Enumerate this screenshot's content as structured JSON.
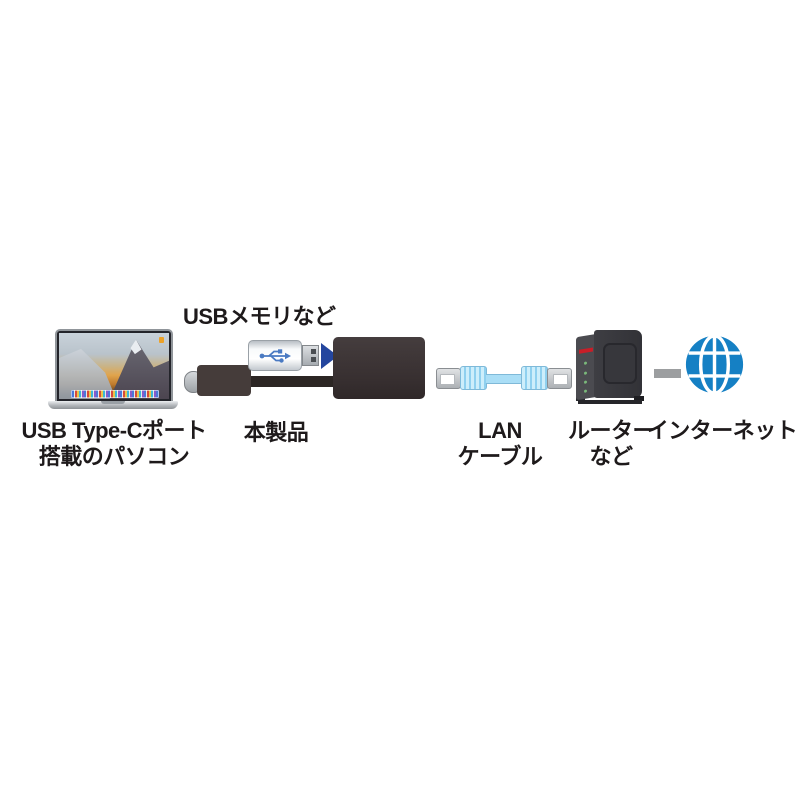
{
  "diagram": {
    "title_hint": "USB Type-C LAN adapter connection diagram",
    "labels": {
      "computer_line1": "USB Type-Cポート",
      "computer_line2": "搭載のパソコン",
      "usb_memory": "USBメモリなど",
      "product": "本製品",
      "lan_line1": "LAN",
      "lan_line2": "ケーブル",
      "router_line1": "ルーター",
      "router_line2": "など",
      "internet": "インターネット"
    },
    "icons": {
      "usb_trident": "usb-trident-icon",
      "flow_arrow": "▶",
      "link_dash": "—",
      "globe": "globe-grid-icon"
    },
    "colors": {
      "background": "#ffffff",
      "label_text": "#1e1a1b",
      "adapter_body": "#372f30",
      "arrow_blue": "#24469e",
      "usb_icon_blue": "#4a7ac2",
      "lan_cable_blue": "#aadef6",
      "lan_boot_stripe": "#8fd0ef",
      "globe_blue": "#1580c4",
      "router_body": "#3a3a3f",
      "router_red_stripe": "#c81e28",
      "router_led_green": "#7ab87a",
      "dash_gray": "#9c9ea0",
      "laptop_silver": "#b2b6ba",
      "wallpaper_orange": "#e0a44c"
    }
  }
}
